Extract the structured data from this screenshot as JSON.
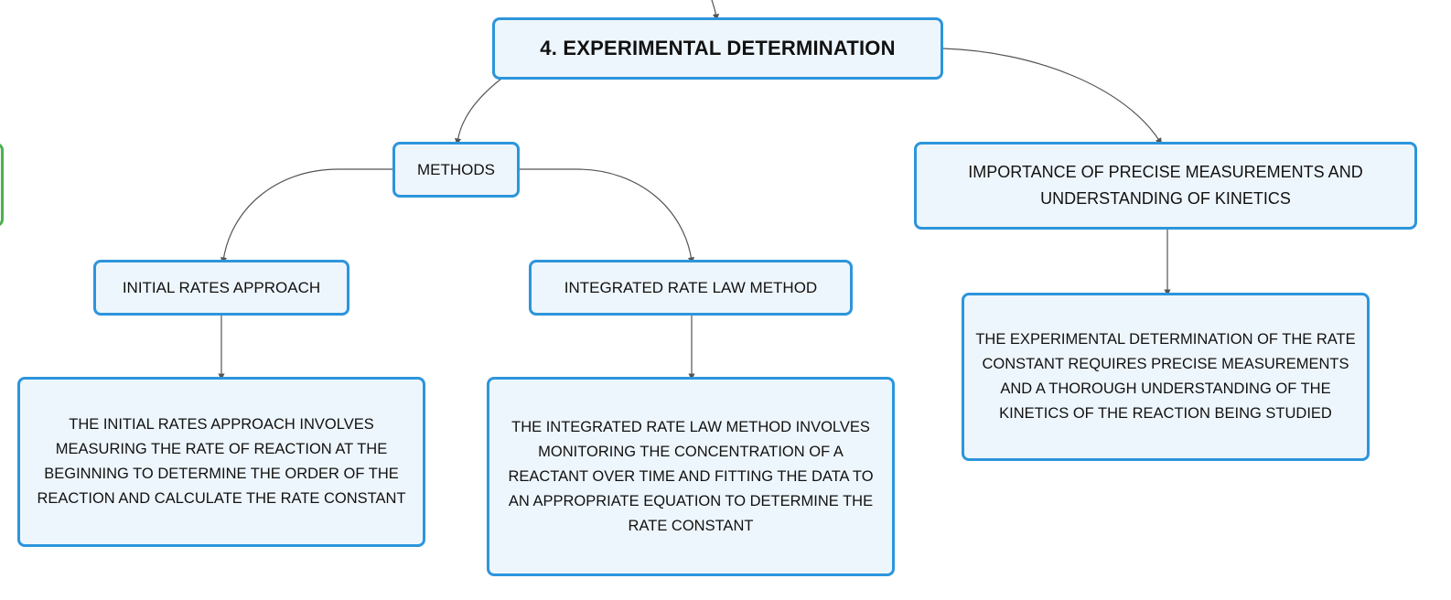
{
  "mindmap": {
    "root": {
      "label": "4. EXPERIMENTAL DETERMINATION"
    },
    "methods": {
      "label": "METHODS"
    },
    "importance": {
      "label": "IMPORTANCE OF PRECISE MEASUREMENTS AND UNDERSTANDING OF KINETICS"
    },
    "initial_rates": {
      "label": "INITIAL RATES APPROACH"
    },
    "integrated_rate": {
      "label": "INTEGRATED RATE LAW METHOD"
    },
    "initial_rates_detail": {
      "label": "THE INITIAL RATES APPROACH INVOLVES MEASURING THE RATE OF REACTION AT THE BEGINNING TO DETERMINE THE ORDER OF THE REACTION AND CALCULATE THE RATE CONSTANT"
    },
    "integrated_rate_detail": {
      "label": "THE INTEGRATED RATE LAW METHOD INVOLVES MONITORING THE CONCENTRATION OF A REACTANT OVER TIME AND FITTING THE DATA TO AN APPROPRIATE EQUATION TO DETERMINE THE RATE CONSTANT"
    },
    "importance_detail": {
      "label": "THE EXPERIMENTAL DETERMINATION OF THE RATE CONSTANT REQUIRES PRECISE MEASUREMENTS AND A THOROUGH UNDERSTANDING OF THE KINETICS OF THE REACTION BEING STUDIED"
    }
  },
  "colors": {
    "node_border": "#2d95dc",
    "node_fill": "#eef6fd",
    "sibling_node_border": "#4caf50",
    "connector": "#555555"
  }
}
